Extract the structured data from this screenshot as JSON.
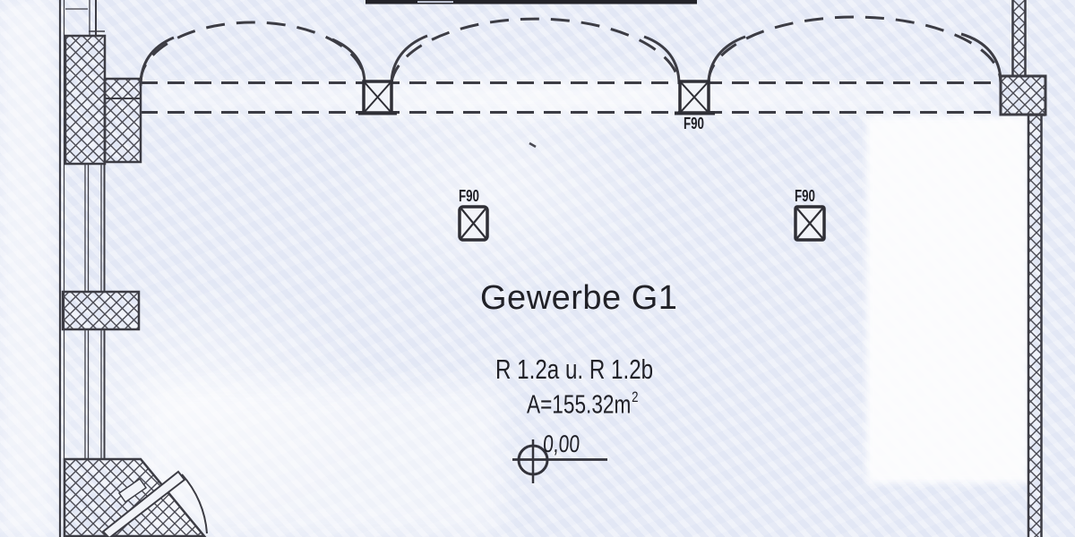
{
  "plan": {
    "room_title": "Gewerbe G1",
    "room_numbers": "R 1.2a  u.  R 1.2b",
    "area_prefix": "A=155.32m",
    "area_superscript": "2",
    "level_value": "0,00",
    "fire_rating_labels": [
      "F90",
      "F90",
      "F90"
    ],
    "colors": {
      "background": "#e9edf8",
      "line": "#35353d",
      "paper_white": "#fdfdfe"
    }
  }
}
